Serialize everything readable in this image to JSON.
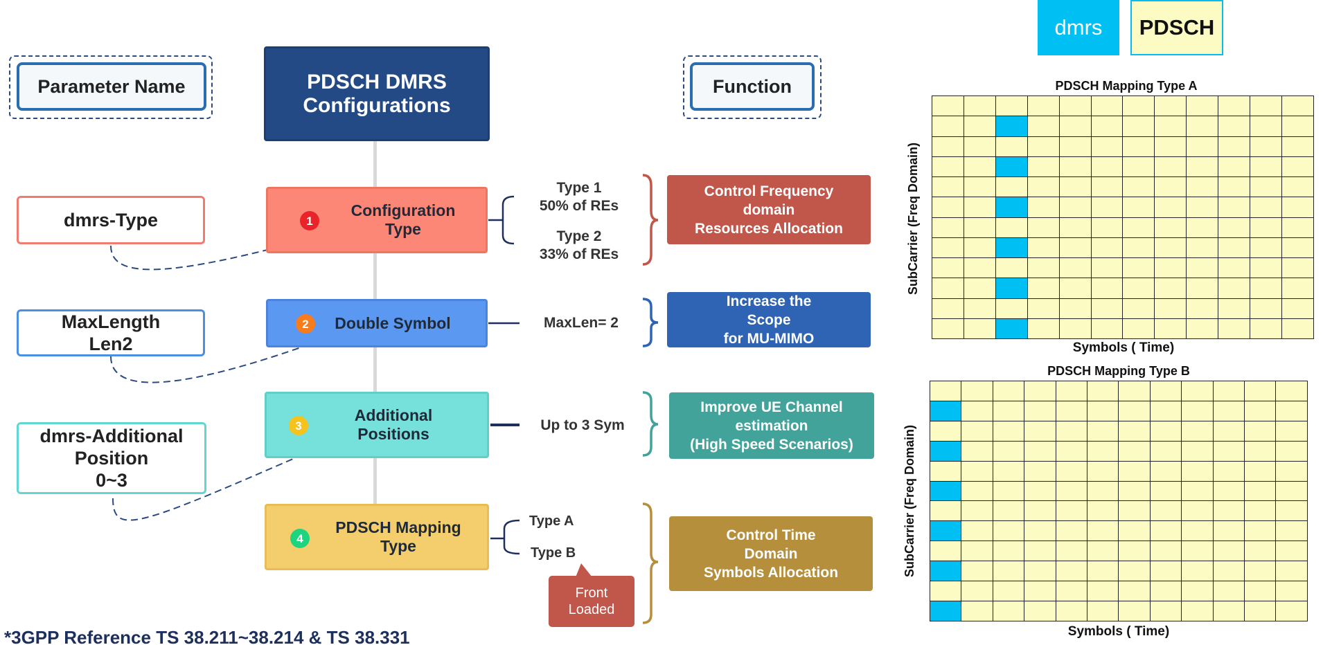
{
  "headers": {
    "param_label": "Parameter Name",
    "title_line1": "PDSCH DMRS",
    "title_line2": "Configurations",
    "function_label": "Function"
  },
  "params": [
    {
      "lines": [
        "dmrs-Type"
      ],
      "border": "#f37a6e"
    },
    {
      "lines": [
        "MaxLength",
        "Len2"
      ],
      "border": "#4a8fe4"
    },
    {
      "lines": [
        "dmrs-Additional",
        "Position",
        "0~3"
      ],
      "border": "#62d6d2"
    }
  ],
  "configs": [
    {
      "number": "1",
      "lines": [
        "Configuration",
        "Type"
      ],
      "bg": "#fd8776",
      "border": "#f07560",
      "badge": "#e8242a"
    },
    {
      "number": "2",
      "lines": [
        "Double Symbol"
      ],
      "bg": "#5b98f2",
      "border": "#4a84e0",
      "badge": "#f97c1c"
    },
    {
      "number": "3",
      "lines": [
        "Additional",
        "Positions"
      ],
      "bg": "#76e0db",
      "border": "#5fcfc8",
      "badge": "#f6c21c"
    },
    {
      "number": "4",
      "lines": [
        "PDSCH Mapping",
        "Type"
      ],
      "bg": "#f4cd6c",
      "border": "#e8bd55",
      "badge": "#1ed47e"
    }
  ],
  "options": {
    "type1_line1": "Type 1",
    "type1_line2": "50% of REs",
    "type2_line1": "Type 2",
    "type2_line2": "33% of REs",
    "maxlen": "MaxLen= 2",
    "upto": "Up to 3 Sym",
    "typeA": "Type A",
    "typeB": "Type B",
    "front_line1": "Front",
    "front_line2": "Loaded"
  },
  "functions": [
    {
      "lines": [
        "Control Frequency",
        "domain",
        "Resources Allocation"
      ],
      "bg": "#c0574a",
      "brace": "#c0574a"
    },
    {
      "lines": [
        "Increase the",
        "Scope",
        "for MU-MIMO"
      ],
      "bg": "#2f63b3",
      "brace": "#2f63b3"
    },
    {
      "lines": [
        "Improve UE Channel",
        "estimation",
        "(High Speed Scenarios)"
      ],
      "bg": "#41a39a",
      "brace": "#41a39a"
    },
    {
      "lines": [
        "Control Time",
        "Domain",
        "Symbols Allocation"
      ],
      "bg": "#b58f3c",
      "brace": "#b58f3c"
    }
  ],
  "footnote": "*3GPP Reference TS 38.211~38.214 & TS 38.331",
  "legend": {
    "dmrs_label": "dmrs",
    "pdsch_label": "PDSCH",
    "dmrs_color": "#00bff3",
    "pdsch_color": "#fdfbc4"
  },
  "grids": [
    {
      "title": "PDSCH Mapping Type A",
      "xlabel": "Symbols ( Time)",
      "ylabel": "SubCarrier (Freq Domain)",
      "rows": 12,
      "cols": 12,
      "dmrs_column": 3,
      "dmrs_rows": [
        2,
        4,
        6,
        8,
        10,
        12
      ]
    },
    {
      "title": "PDSCH Mapping Type B",
      "xlabel": "Symbols ( Time)",
      "ylabel": "SubCarrier (Freq Domain)",
      "rows": 12,
      "cols": 12,
      "dmrs_column": 1,
      "dmrs_rows": [
        2,
        4,
        6,
        8,
        10,
        12
      ]
    }
  ]
}
